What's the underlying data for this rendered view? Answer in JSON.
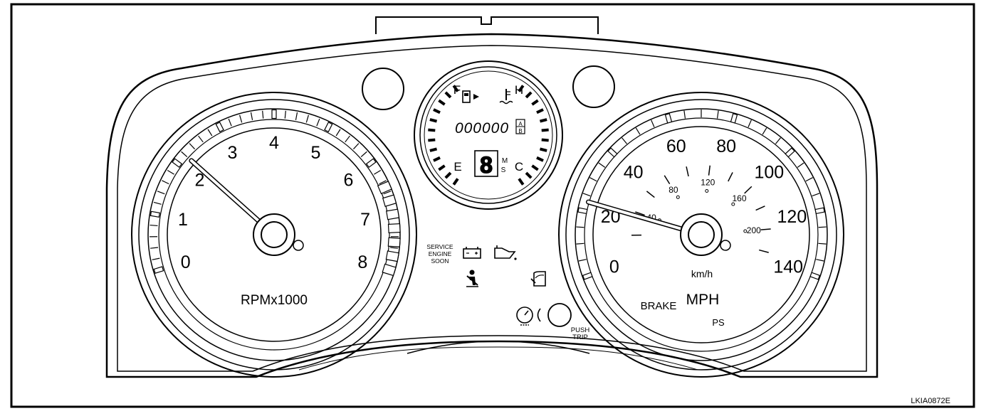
{
  "tachometer": {
    "unit_label": "RPMx1000",
    "numbers": [
      "0",
      "1",
      "2",
      "3",
      "4",
      "5",
      "6",
      "7",
      "8"
    ],
    "needle_value": 2.2
  },
  "speedometer": {
    "unit_label": "MPH",
    "mph_numbers": [
      "0",
      "20",
      "40",
      "60",
      "80",
      "100",
      "120",
      "140"
    ],
    "kmh_label": "km/h",
    "kmh_numbers": [
      "40",
      "80",
      "120",
      "160",
      "200"
    ],
    "needle_value": 23,
    "brake_label": "BRAKE",
    "ps_label": "PS"
  },
  "center_display": {
    "fuel_full": "F",
    "fuel_empty": "E",
    "temp_hot": "H",
    "temp_cold": "C",
    "odometer": "000000",
    "odo_mode_a": "A",
    "odo_mode_b": "B",
    "gear": "8",
    "mode_m": "M",
    "mode_s": "S"
  },
  "warnings": {
    "service_line1": "SERVICE",
    "service_line2": "ENGINE",
    "service_line3": "SOON",
    "battery_icon": "battery-icon",
    "oil_icon": "oil-can-icon",
    "seatbelt_icon": "seatbelt-icon",
    "door_icon": "door-open-icon",
    "cruise_icon": "cruise-control-icon"
  },
  "trip_button": {
    "line1": "PUSH",
    "line2": "TRIP"
  },
  "figure_code": "LKIA0872E"
}
